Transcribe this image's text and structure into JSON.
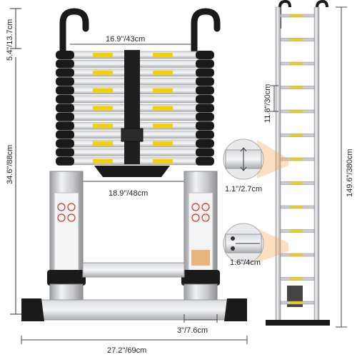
{
  "dimensions": {
    "hook_height": "5.4\"/13.7cm",
    "top_width": "16.9\"/43cm",
    "collapsed_height": "34.6\"/88cm",
    "inner_width": "18.9\"/48cm",
    "base_width": "27.2\"/69cm",
    "tube_diameter": "3\"/7.6cm",
    "step_spacing": "11.8\"/30cm",
    "rung_depth": "1.1\"/2.7cm",
    "tube_width": "1.6\"/4cm",
    "extended_height": "149.6\"/380cm"
  },
  "colors": {
    "aluminum": "#c9ccd0",
    "rung_black": "#1a1a1a",
    "label_yellow": "#f5d000",
    "zoom_orange": "#f4a24a"
  }
}
